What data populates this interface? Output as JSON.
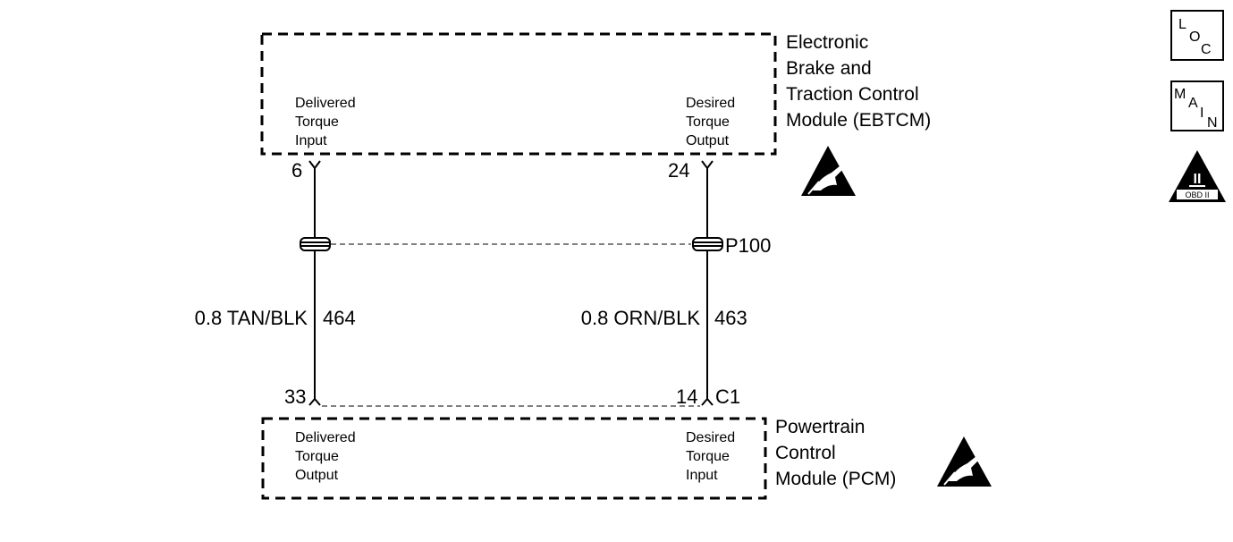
{
  "ebtcm": {
    "name_lines": [
      "Electronic",
      "Brake and",
      "Traction Control",
      "Module (EBTCM)"
    ],
    "left_label_lines": [
      "Delivered",
      "Torque",
      "Input"
    ],
    "right_label_lines": [
      "Desired",
      "Torque",
      "Output"
    ],
    "left_pin": "6",
    "right_pin": "24"
  },
  "connector": {
    "label": "P100"
  },
  "wires": [
    {
      "size_color": "0.8 TAN/BLK",
      "circuit": "464"
    },
    {
      "size_color": "0.8 ORN/BLK",
      "circuit": "463"
    }
  ],
  "pcm": {
    "name_lines": [
      "Powertrain",
      "Control",
      "Module (PCM)"
    ],
    "left_label_lines": [
      "Delivered",
      "Torque",
      "Output"
    ],
    "right_label_lines": [
      "Desired",
      "Torque",
      "Input"
    ],
    "left_pin": "33",
    "right_pin": "14",
    "connector": "C1"
  },
  "side_icons": {
    "loc": [
      "L",
      "O",
      "C"
    ],
    "main": [
      "M",
      "A",
      "I",
      "N"
    ],
    "obd": {
      "roman": "II",
      "caption": "OBD II"
    }
  },
  "colors": {
    "line": "#000000",
    "background": "#ffffff"
  }
}
